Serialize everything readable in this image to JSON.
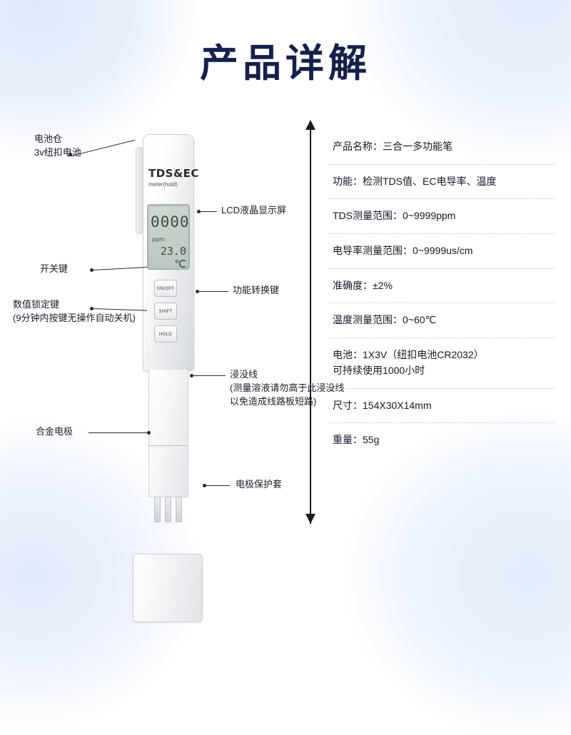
{
  "page": {
    "title": "产品详解"
  },
  "product": {
    "brand_line1": "TDS&EC",
    "brand_line2": "meter(hold)",
    "display": {
      "digits": "0000",
      "unit": "ppm",
      "temperature": "23.0 ℃"
    },
    "buttons": {
      "on_off": "ON/OFF",
      "shift": "SHIFT",
      "hold": "HOLD"
    }
  },
  "callouts": [
    {
      "name": "battery",
      "line1": "电池仓",
      "line2": "3v纽扣电池"
    },
    {
      "name": "lcd",
      "line1": "LCD液晶显示屏"
    },
    {
      "name": "power-key",
      "line1": "开关键"
    },
    {
      "name": "hold-key",
      "line1": "数值锁定键",
      "line2": "(9分钟内按键无操作自动关机)"
    },
    {
      "name": "shift-key",
      "line1": "功能转换键"
    },
    {
      "name": "soak-line",
      "line1": "浸没线",
      "line2": "(测量溶液请勿高于此浸没线",
      "line3": "以免造成线路板短路)"
    },
    {
      "name": "electrode",
      "line1": "合金电极"
    },
    {
      "name": "cap",
      "line1": "电极保护套"
    }
  ],
  "specs": [
    {
      "label": "产品名称：",
      "value": "三合一多功能笔"
    },
    {
      "label": "功能：",
      "value": "检测TDS值、EC电导率、温度"
    },
    {
      "label": "TDS测量范围：",
      "value": "0~9999ppm"
    },
    {
      "label": "电导率测量范围：",
      "value": "0~9999us/cm"
    },
    {
      "label": "准确度：",
      "value": "±2%"
    },
    {
      "label": "温度测量范围：",
      "value": "0~60℃"
    },
    {
      "label": "电池：",
      "value": "1X3V（纽扣电池CR2032）",
      "value2": "可持续使用1000小时"
    },
    {
      "label": "尺寸：",
      "value": "154X30X14mm"
    },
    {
      "label": "重量：",
      "value": "55g"
    }
  ],
  "colors": {
    "title": "#15204a",
    "wash": "#e6eefb",
    "line": "#2a2a35",
    "divider": "#c9d2e2"
  }
}
